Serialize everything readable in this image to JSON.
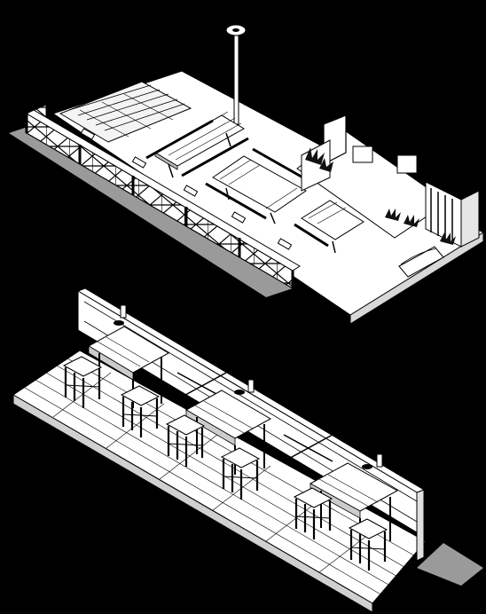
{
  "drawing": {
    "views": [
      {
        "id": "site-plan",
        "elements": [
          "deck-platform",
          "lamp-post",
          "x-brace-railing",
          "picnic-table",
          "picnic-table",
          "picnic-table",
          "planter",
          "kiosk-building",
          "access-ramp"
        ]
      },
      {
        "id": "bar-counter-detail",
        "elements": [
          "plank-deck",
          "back-railing",
          "bar-counter",
          "bar-counter",
          "bar-counter",
          "bar-stool",
          "bar-stool",
          "bar-stool",
          "bar-stool",
          "bar-stool",
          "bar-stool",
          "wall-lamp",
          "wall-lamp",
          "wall-lamp"
        ]
      }
    ],
    "colors": {
      "background": "#000000",
      "surface": "#ffffff",
      "line": "#000000",
      "shade": "#cfcfcf",
      "plants": "#111111"
    }
  }
}
